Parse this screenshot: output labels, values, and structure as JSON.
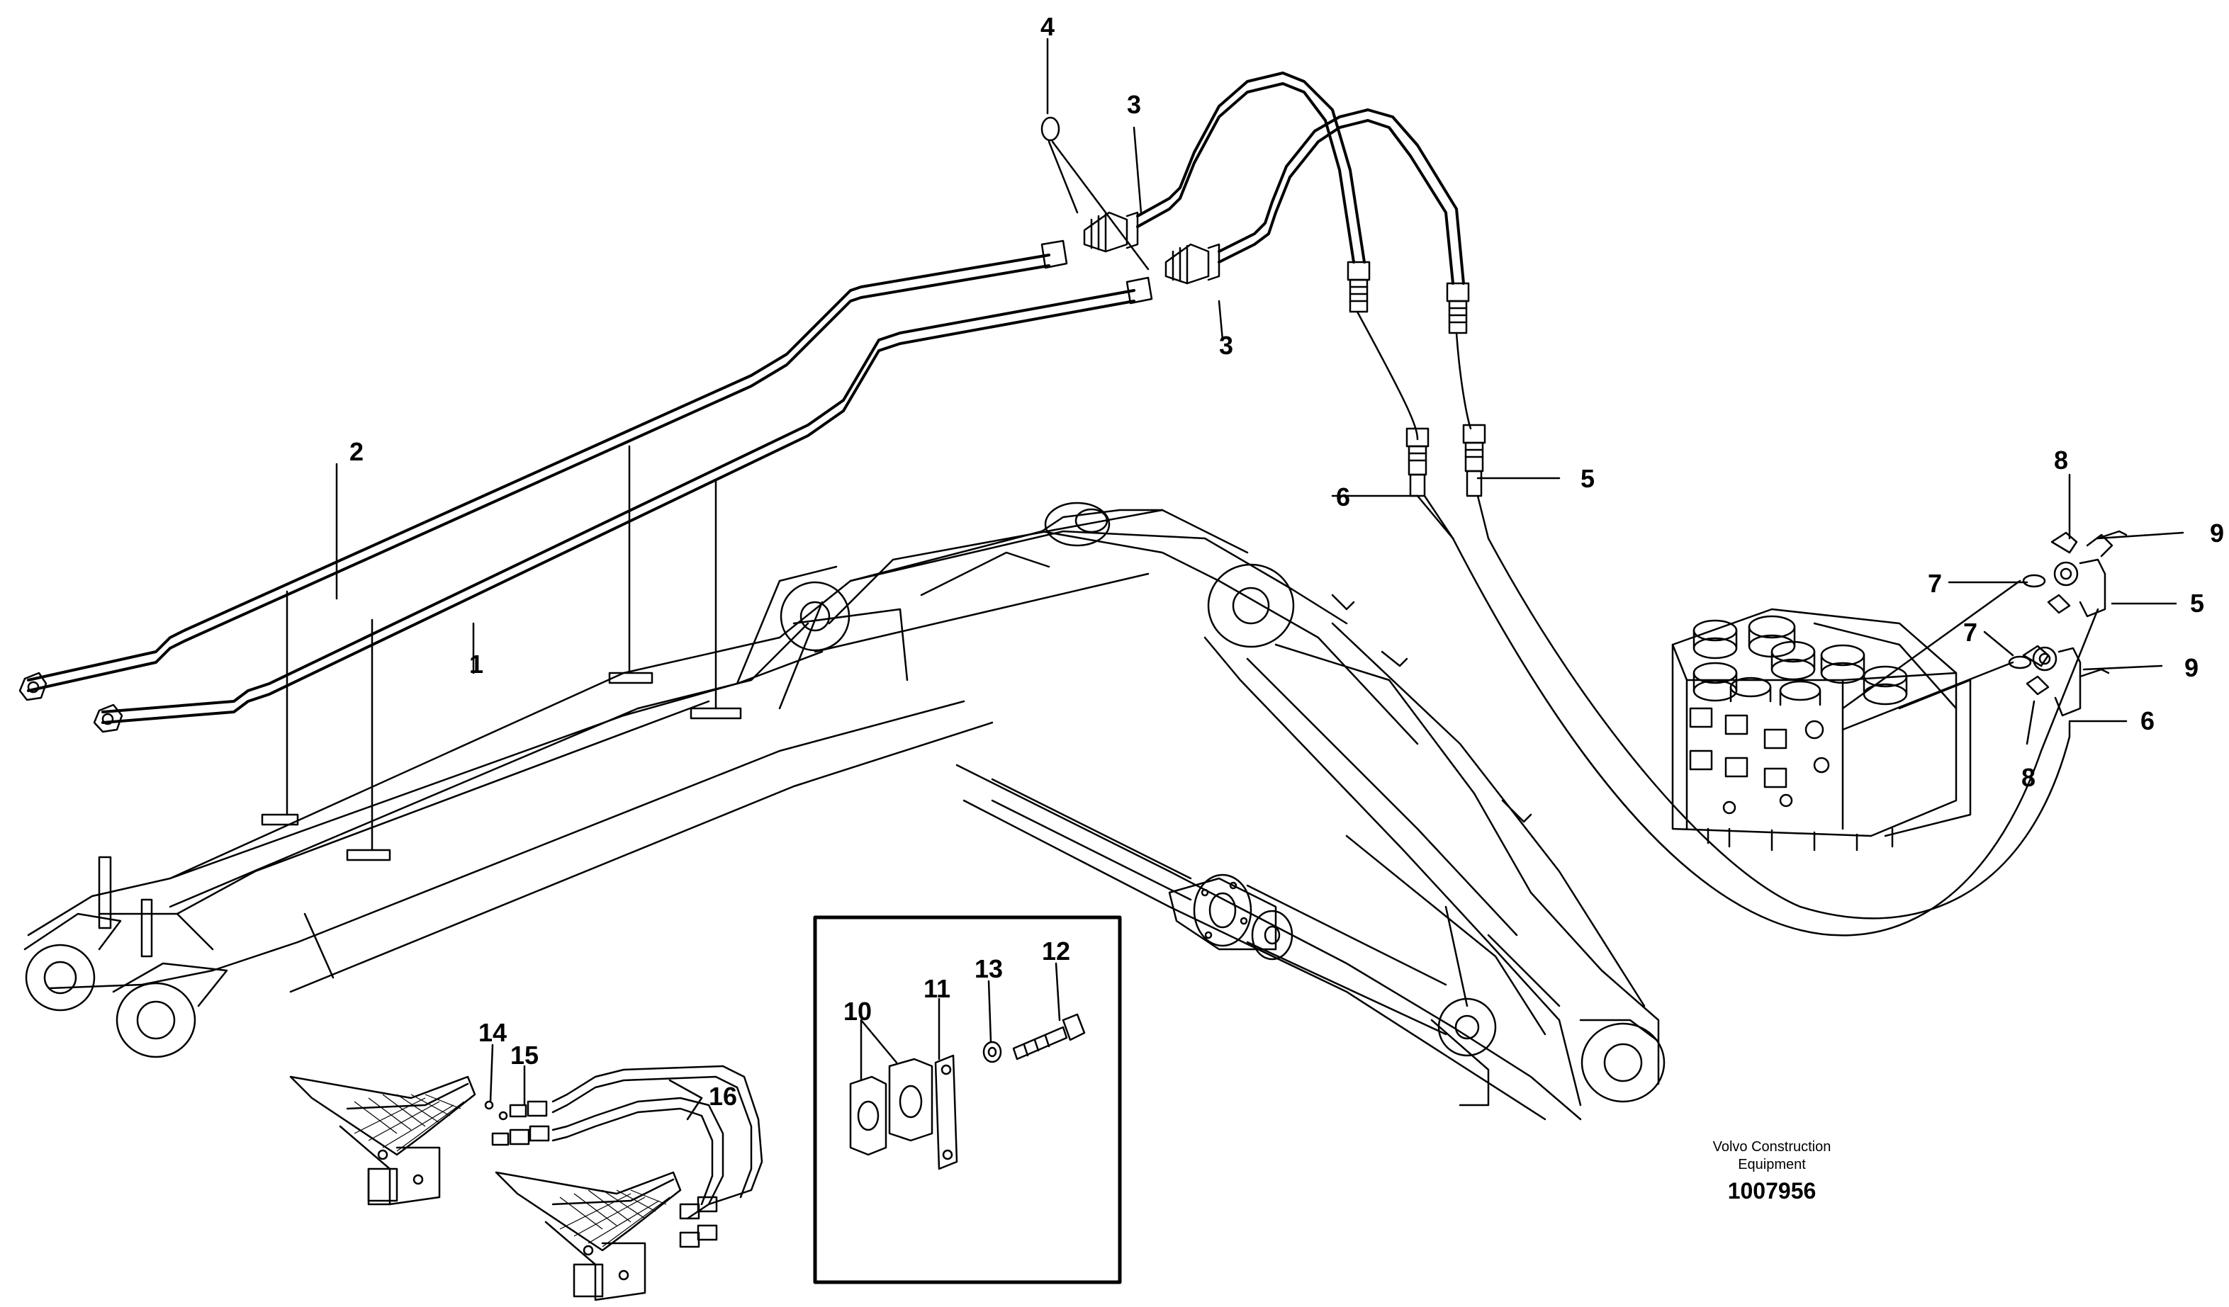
{
  "callouts": {
    "c1": "1",
    "c2": "2",
    "c3a": "3",
    "c3b": "3",
    "c4": "4",
    "c5a": "5",
    "c5b": "5",
    "c6a": "6",
    "c6b": "6",
    "c7a": "7",
    "c7b": "7",
    "c8a": "8",
    "c8b": "8",
    "c9a": "9",
    "c9b": "9",
    "c10": "10",
    "c11": "11",
    "c12": "12",
    "c13": "13",
    "c14": "14",
    "c15": "15",
    "c16": "16"
  },
  "credit": {
    "line1": "Volvo Construction",
    "line2": "Equipment"
  },
  "document_number": "1007956"
}
